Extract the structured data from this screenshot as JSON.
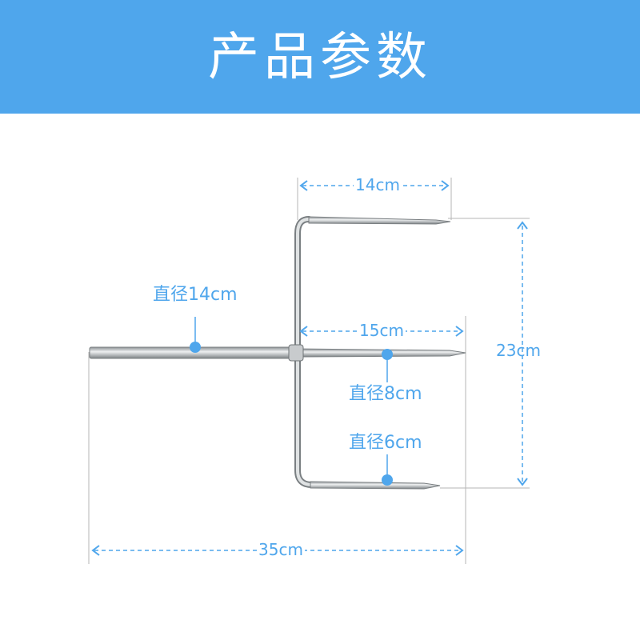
{
  "header": {
    "title": "产品参数"
  },
  "dimensions": {
    "top_prong_length": "14cm",
    "middle_prong_length": "15cm",
    "total_height": "23cm",
    "total_length": "35cm"
  },
  "diameters": {
    "handle": "直径14cm",
    "middle_prong": "直径8cm",
    "bottom_prong": "直径6cm"
  },
  "colors": {
    "accent": "#4fa6ec",
    "metal": "#b8bcbe"
  }
}
